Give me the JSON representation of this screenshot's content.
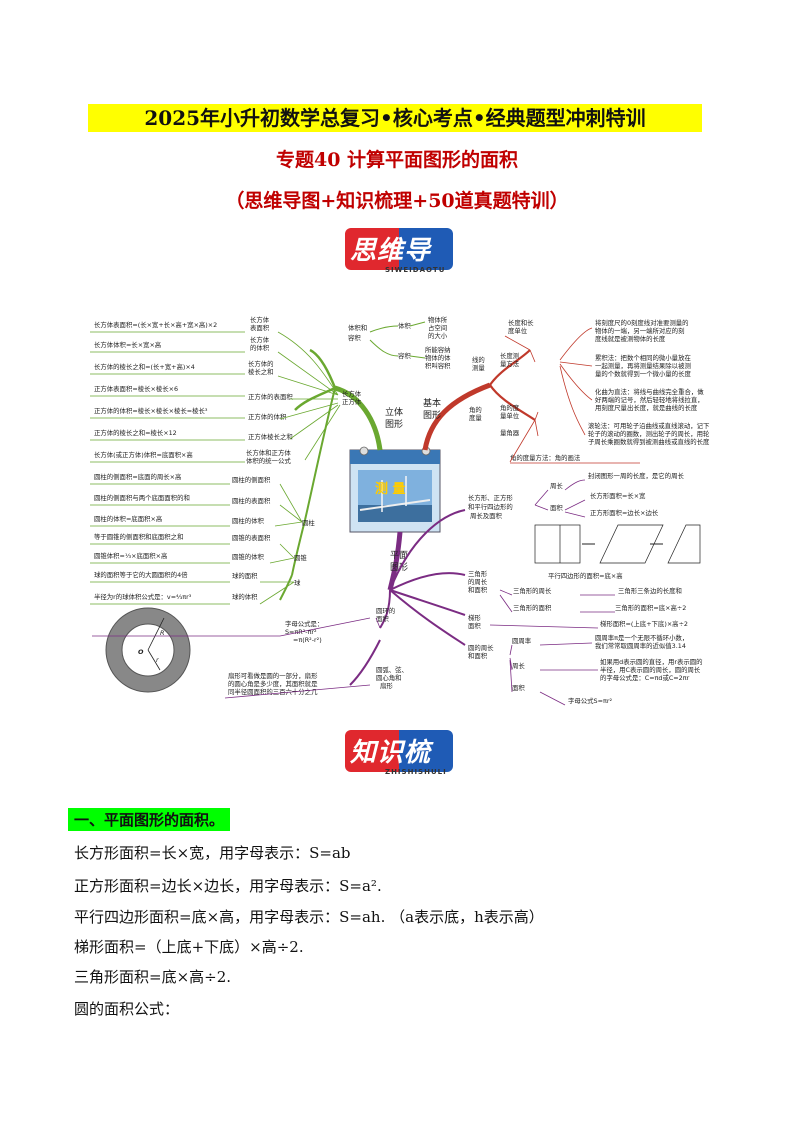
{
  "header": {
    "line1": "2025年小升初数学总复习•核心考点•经典题型冲刺特训",
    "line2": "专题40  计算平面图形的面积",
    "line3": "（思维导图+知识梳理+50道真题特训）"
  },
  "badge_mindmap": {
    "label": "思维导图",
    "sub": "SIWEIDAOTU"
  },
  "badge_knowledge": {
    "label": "知识梳理",
    "sub": "ZHISHISHULI"
  },
  "mindmap": {
    "center": "测  量",
    "main_left": "立体\n图形",
    "main_right": "基本\n图形",
    "main_bottom": "平面\n图形",
    "left_items": [
      "长方体表面积=(长×宽+长×高+宽×高)×2",
      "长方体体积=长×宽×高",
      "长方体的棱长之和=(长+宽+高)×4",
      "正方体表面积=棱长×棱长×6",
      "正方体的体积=棱长×棱长×棱长=棱长³",
      "正方体的棱长之和=棱长×12",
      "长方体(或正方体)体积=底面积×高",
      "圆柱的侧面积=底面的周长×高",
      "圆柱的侧面积与两个底面面积的和",
      "圆柱的体积=底面积×高",
      "等于圆锥的侧面积和底面积之和",
      "圆锥体积=⅓×底面积×高",
      "球的面积等于它的大圆面积的4倍",
      "半径为r的球体积公式是：v=⁴⁄₃πr³"
    ],
    "left_mid": [
      "长方体\n表面积",
      "长方体\n的体积",
      "长方体的\n棱长之和",
      "正方体的表面积",
      "正方体的体积",
      "正方体棱长之和",
      "长方体和正方体\n体积的统一公式",
      "圆柱的侧面积",
      "圆柱的表面积",
      "圆柱的体积",
      "圆锥的表面积",
      "圆锥的体积",
      "球的面积",
      "球的体积"
    ],
    "left_groups": [
      "长方体\n正方体",
      "圆柱",
      "圆锥",
      "球",
      "体积和\n容积"
    ],
    "vol_items": [
      "体积",
      "容积",
      "物体所\n占空间\n的大小",
      "所能容纳\n物体的体\n积叫容积"
    ],
    "right_top": [
      "线的\n测量",
      "长度和长\n度单位",
      "长度测\n量方法",
      "将刻度尺的0刻度线对准要测量的物体的一端，另一端所对应的刻度线就是被测物体的长度",
      "累积法：把数个相同的微小量放在一起测量，再将测量结果除以被测量的个数就得到一个微小量的长度",
      "化曲为直法：将线与曲线完全重合，做好两端的记号，然后轻轻地将线拉直，用刻度尺量出长度，就是曲线的长度",
      "滚轮法：可用轮子沿曲线或直线滚动，记下轮子的滚动的圈数，测出轮子的周长，用轮子周长乘圈数就得到被测曲线或直线的长度",
      "角的\n度量",
      "角的度\n量单位",
      "量角器",
      "角的度量方法：角的画法"
    ],
    "right_bottom": [
      "长方形、正方形\n和平行四边形的\n周长及面积",
      "周长",
      "封闭图形一周的长度，是它的周长",
      "面积",
      "长方形面积=长×宽",
      "正方形面积=边长×边长",
      "平行四边形的面积=底×高",
      "三角形\n的周长\n和面积",
      "三角形的周长",
      "三角形三条边的长度和",
      "三角形的面积",
      "三角形的面积=底×高÷2",
      "梯形\n面积",
      "梯形面积=(上底+下底)×高÷2",
      "圆的周长\n和面积",
      "圆周率",
      "圆周率π是一个无限不循环小数，我们常常取圆周率的近似值3.14",
      "周长",
      "如果用d表示圆的直径，用r表示圆的半径，用C表示圆的周长，圆的周长的字母公式是：C=πd或C=2πr",
      "面积",
      "字母公式S=πr²"
    ],
    "bottom_left": [
      "圆环的\n面积",
      "字母公式是：\nS=πR²-πr²\n=π(R²-r²)",
      "圆弧、弦、\n圆心角和\n扇形",
      "扇形可看做是圆的一部分，扇形的圆心角是多少度，其面积就是同半径圆面积的三百六十分之几"
    ]
  },
  "section1": {
    "heading": "一、平面图形的面积。",
    "lines": [
      "长方形面积=长×宽，用字母表示：S=ab",
      "正方形面积=边长×边长，用字母表示：S=a².",
      "平行四边形面积=底×高，用字母表示：S=ah. （a表示底，h表示高）",
      "梯形面积=（上底+下底）×高÷2.",
      "三角形面积=底×高÷2.",
      "圆的面积公式："
    ]
  },
  "colors": {
    "highlight": "#ffff00",
    "title_red": "#c00000",
    "section_green": "#00ff00",
    "branch_green": "#6aa830",
    "branch_purple": "#7b2c83",
    "branch_red": "#c0392b",
    "badge_red": "#e0282e",
    "badge_blue": "#1f5bb5"
  }
}
